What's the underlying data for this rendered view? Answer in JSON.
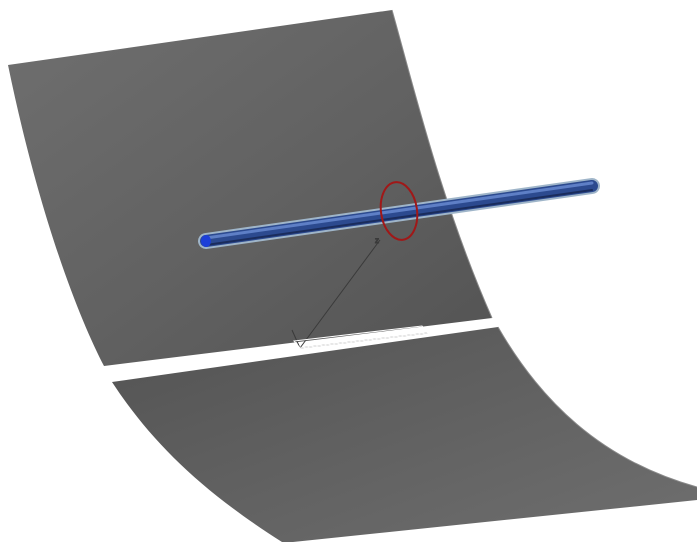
{
  "scene": {
    "background_color": "#ffffff",
    "colors": {
      "panel_light": "#6f6f6f",
      "panel_mid": "#616161",
      "panel_dark": "#535353",
      "edge_highlight": "#8a8a8a",
      "rod_body": "#2c4a8f",
      "rod_highlight": "#5e7fc6",
      "rod_shadow": "#1a2c5c",
      "rod_outline": "#9fb5c9",
      "rod_end_cap": "#1c3fd8",
      "ring": "#a01818",
      "axis_lines": "#3a3a3a",
      "selection_box": "#ffffff"
    },
    "objects": [
      {
        "name": "upper-curved-panel",
        "kind": "surface"
      },
      {
        "name": "lower-curved-panel",
        "kind": "surface"
      },
      {
        "name": "blue-rod",
        "kind": "cylinder"
      },
      {
        "name": "red-ring",
        "kind": "circle"
      },
      {
        "name": "triad-axes",
        "kind": "axes"
      }
    ]
  }
}
